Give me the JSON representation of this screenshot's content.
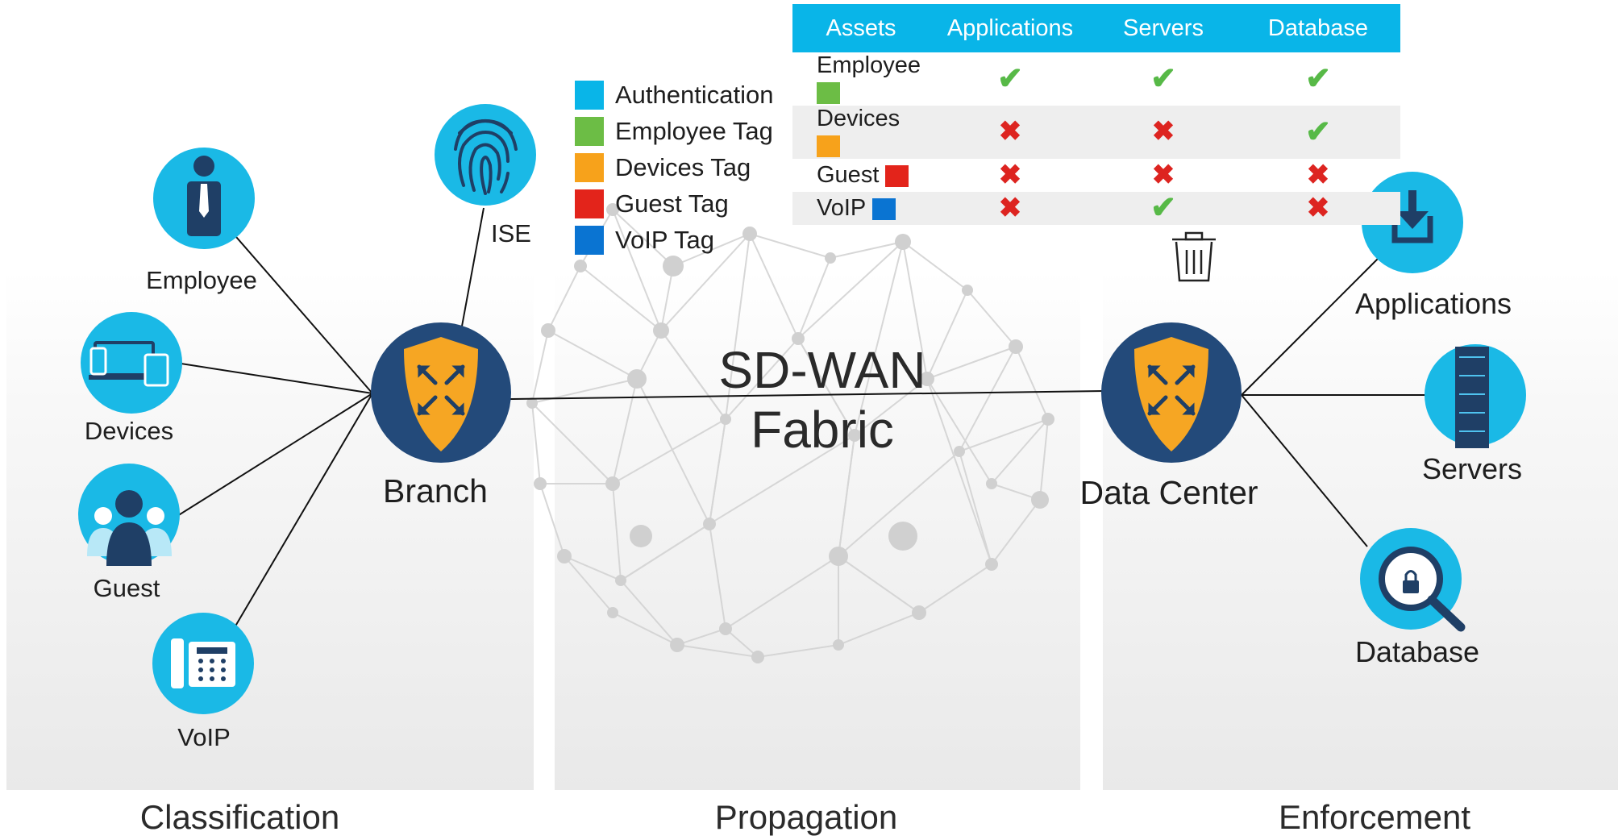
{
  "zones": {
    "classification": "Classification",
    "propagation": "Propagation",
    "enforcement": "Enforcement"
  },
  "fabric": {
    "line1": "SD-WAN",
    "line2": "Fabric"
  },
  "endpoints": {
    "employee": "Employee",
    "devices": "Devices",
    "guest": "Guest",
    "voip": "VoIP",
    "ise": "ISE"
  },
  "routers": {
    "branch": "Branch",
    "datacenter": "Data Center"
  },
  "assets": {
    "applications": "Applications",
    "servers": "Servers",
    "database": "Database"
  },
  "legend": [
    {
      "label": "Authentication",
      "color": "#09b5e8"
    },
    {
      "label": "Employee Tag",
      "color": "#6cbd45"
    },
    {
      "label": "Devices Tag",
      "color": "#f7a21b"
    },
    {
      "label": "Guest Tag",
      "color": "#e3241b"
    },
    {
      "label": "VoIP Tag",
      "color": "#0a74d2"
    }
  ],
  "matrix": {
    "headers": [
      "Assets",
      "Applications",
      "Servers",
      "Database"
    ],
    "rows": [
      {
        "name": "Employee",
        "color": "#6cbd45",
        "access": [
          "allow",
          "allow",
          "allow"
        ]
      },
      {
        "name": "Devices",
        "color": "#f7a21b",
        "access": [
          "deny",
          "deny",
          "allow"
        ]
      },
      {
        "name": "Guest",
        "color": "#e3241b",
        "access": [
          "deny",
          "deny",
          "deny"
        ]
      },
      {
        "name": "VoIP",
        "color": "#0a74d2",
        "access": [
          "deny",
          "allow",
          "deny"
        ]
      }
    ]
  },
  "icons": {
    "employee": "employee-icon",
    "devices": "devices-icon",
    "guest": "guest-icon",
    "voip": "phone-icon",
    "ise": "fingerprint-icon",
    "branch": "router-shield-icon",
    "datacenter": "router-shield-icon",
    "applications": "download-icon",
    "servers": "server-icon",
    "database": "database-search-icon",
    "trash": "trash-icon"
  },
  "colors": {
    "icon_bg": "#1ab9e6",
    "router_bg": "#234a7a",
    "shield": "#f6a623",
    "dark": "#1f3f66",
    "check": "#57b947",
    "cross": "#dd2420"
  }
}
